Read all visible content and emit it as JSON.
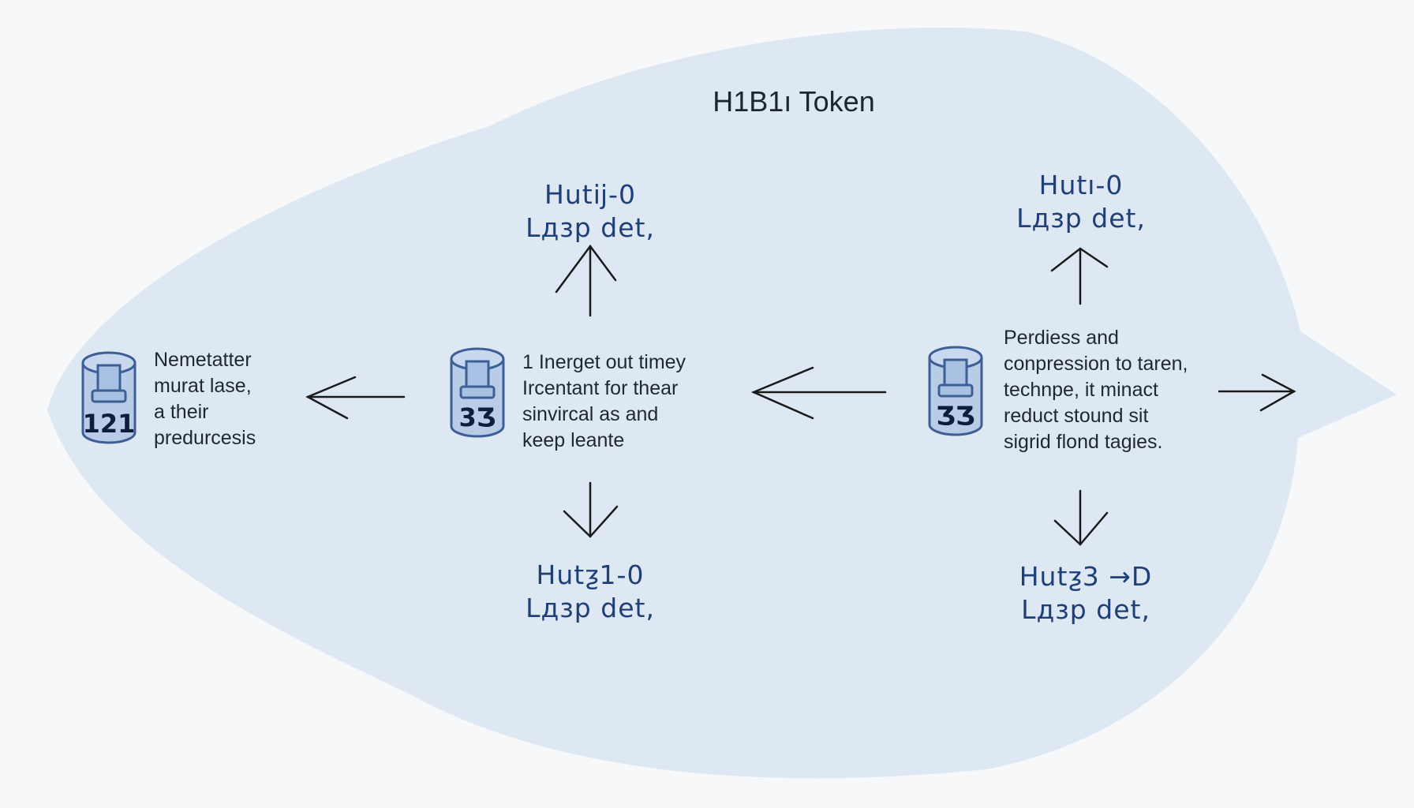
{
  "title": "H1B1ı Token",
  "nodes": {
    "top_center": {
      "line1": "Hutĳ-0",
      "line2": "Lдзp det,"
    },
    "top_right": {
      "line1": "Hutı-0",
      "line2": "Lдзp det,"
    },
    "bottom_center": {
      "line1": "Hutƺ1-0",
      "line2": "Lдзp det,"
    },
    "bottom_right": {
      "line1": "Hutƺ3 →D",
      "line2": "Lдзp det,"
    }
  },
  "databases": [
    {
      "number": "121",
      "lines": [
        "Nemetatter",
        "murat lase,",
        "a their",
        "predurcesis"
      ]
    },
    {
      "number": "3Ʒ",
      "lines": [
        "1 Inerget out timey",
        "Ircentant for thear",
        "sinvircal as and",
        "keep leante"
      ]
    },
    {
      "number": "ƷƷ",
      "lines": [
        "Perdiess and",
        "conpression to taren,",
        "technpe, it minact",
        "reduct stound sit",
        "sigrid flond tagies."
      ]
    }
  ],
  "colors": {
    "blob": "#dde8f3",
    "background": "#f6f8fa",
    "cylinder_fill": "#b8cce8",
    "cylinder_stroke": "#3d5f96",
    "label_text": "#1f3f79",
    "arrow": "#1a1a1a"
  },
  "icons": [
    "database-icon",
    "arrow-left-icon",
    "arrow-right-icon",
    "arrow-up-icon",
    "arrow-down-icon"
  ]
}
